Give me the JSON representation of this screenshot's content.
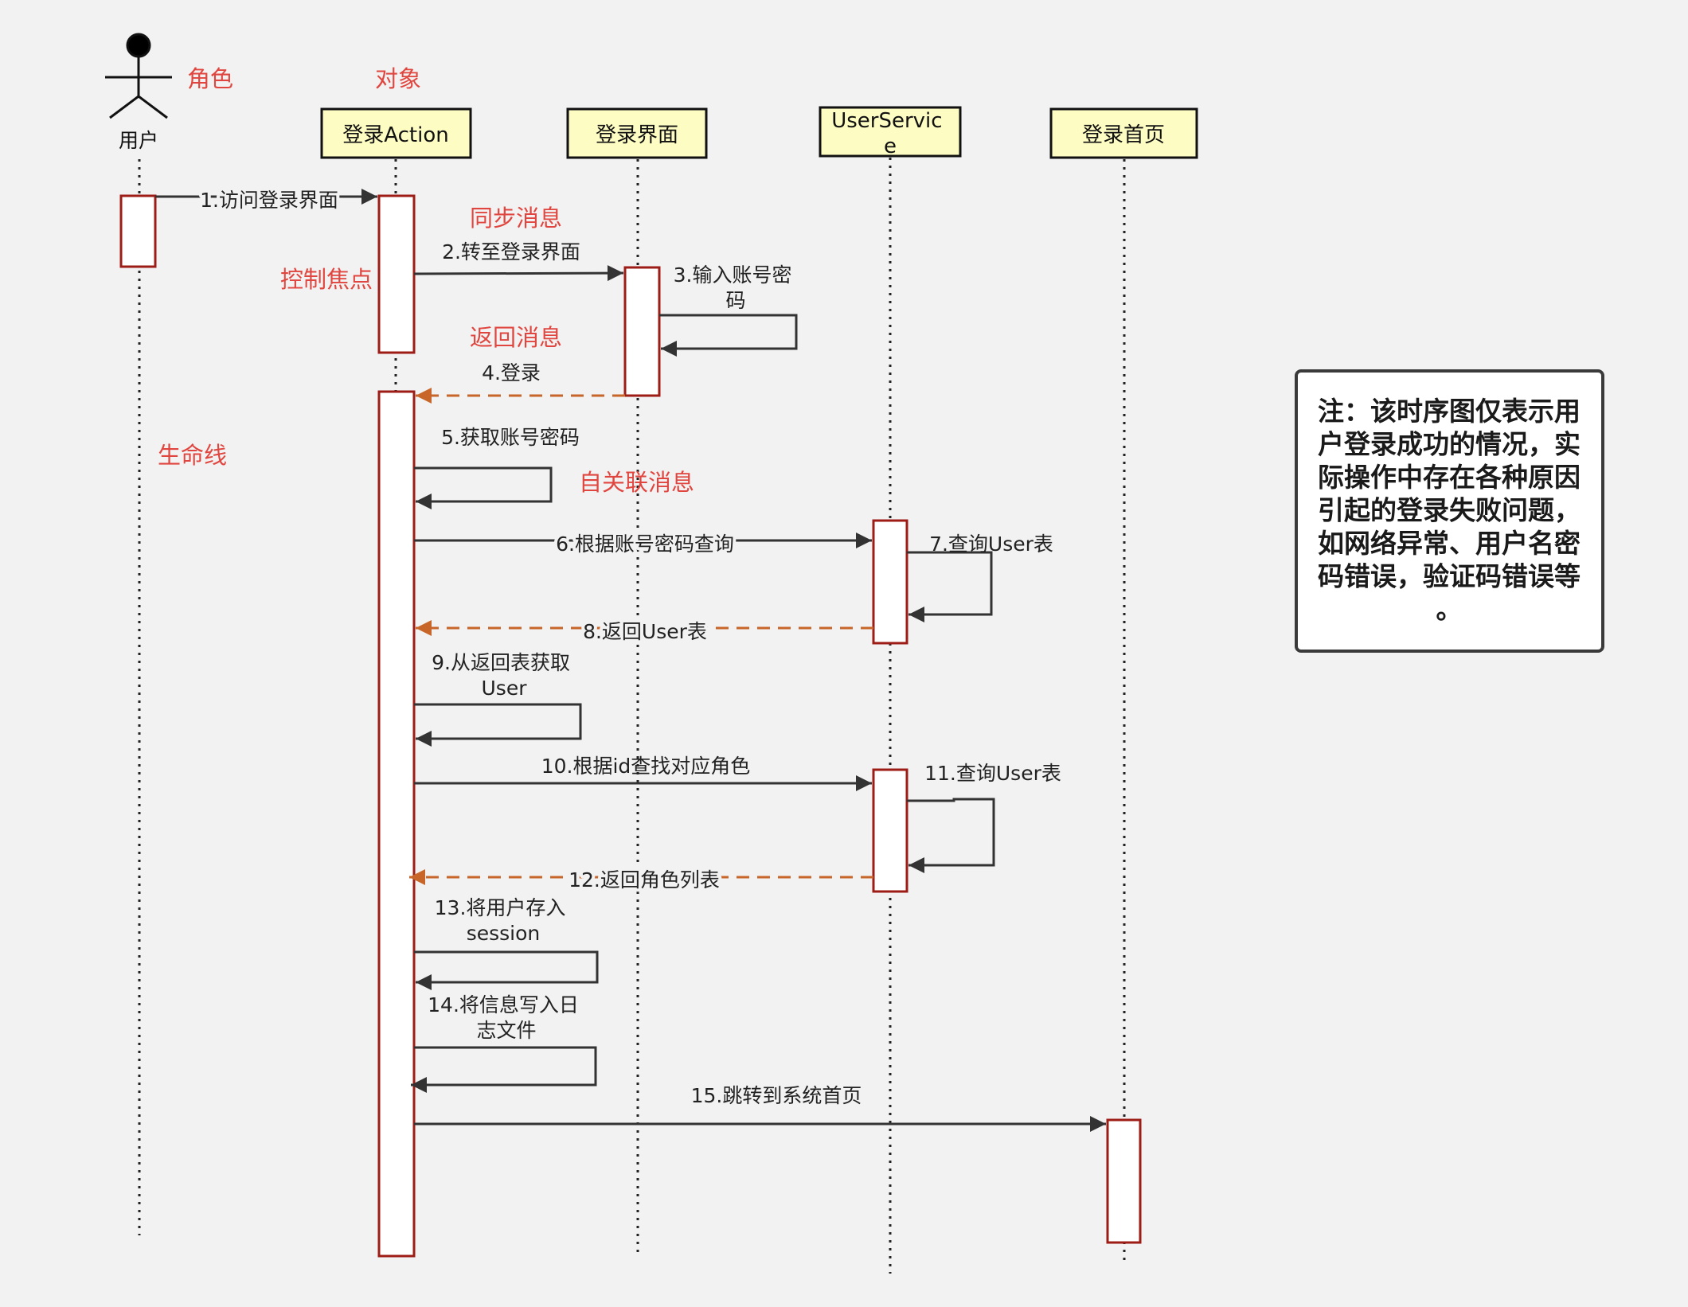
{
  "actor": {
    "name": "用户"
  },
  "objects": [
    "登录Action",
    "登录界面",
    "UserService",
    "登录首页"
  ],
  "annotations": {
    "role": "角色",
    "object": "对象",
    "sync_msg": "同步消息",
    "focus": "控制焦点",
    "return_msg": "返回消息",
    "lifeline": "生命线",
    "self_msg": "自关联消息"
  },
  "messages": [
    "1.访问登录界面",
    "2.转至登录界面",
    "3.输入账号密码",
    "4.登录",
    "5.获取账号密码",
    "6.根据账号密码查询",
    "7.查询User表",
    "8.返回User表",
    "9.从返回表获取User",
    "10.根据id查找对应角色",
    "11.查询User表",
    "12.返回角色列表",
    "13.将用户存入session",
    "14.将信息写入日志文件",
    "15.跳转到系统首页"
  ],
  "note": "注：该时序图仅表示用户登录成功的情况，实际操作中存在各种原因引起的登录失败问题，如网络异常、用户名密码错误，验证码错误等。",
  "colors": {
    "background": "#f2f2f2",
    "object_fill": "#fdfcc3",
    "activation_border": "#9e1c16",
    "return_arrow": "#c8662a",
    "annotation": "#e0463f"
  }
}
